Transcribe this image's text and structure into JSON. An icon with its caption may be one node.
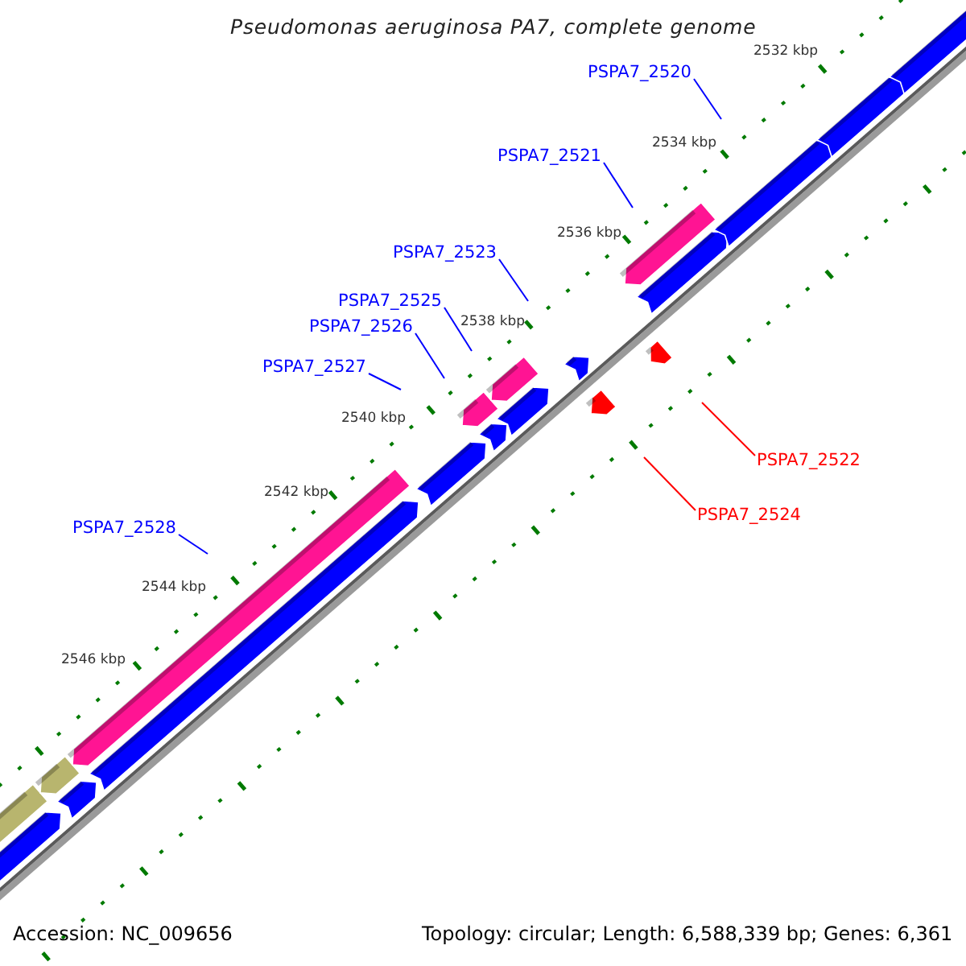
{
  "diagram": {
    "title": "Pseudomonas aeruginosa PA7, complete genome",
    "nodes": [
      {
        "text": [
          "PSPA7_2520"
        ]
      },
      {
        "text": [
          "PSPA7_2521"
        ]
      },
      {
        "text": [
          "PSPA7_2523"
        ]
      },
      {
        "text": [
          "PSPA7_2525"
        ]
      },
      {
        "text": [
          "PSPA7_2526"
        ]
      },
      {
        "text": [
          "PSPA7_2527"
        ]
      },
      {
        "text": [
          "PSPA7_2528"
        ]
      },
      {
        "text": [
          "PSPA7_2522"
        ]
      },
      {
        "text": [
          "PSPA7_2524"
        ]
      }
    ],
    "edges": [
      {
        "from": 0,
        "to": null,
        "arrow": "none"
      },
      {
        "from": 1,
        "to": null,
        "arrow": "none"
      },
      {
        "from": 2,
        "to": null,
        "arrow": "none"
      },
      {
        "from": 3,
        "to": null,
        "arrow": "none"
      },
      {
        "from": 4,
        "to": null,
        "arrow": "none"
      },
      {
        "from": 5,
        "to": null,
        "arrow": "none"
      },
      {
        "from": 6,
        "to": null,
        "arrow": "none"
      },
      {
        "from": 7,
        "to": null,
        "arrow": "none",
        "color": "#ff0000"
      },
      {
        "from": 8,
        "to": null,
        "arrow": "none",
        "color": "#ff0000"
      }
    ],
    "labels": [
      "2532 kbp",
      "2534 kbp",
      "2536 kbp",
      "2538 kbp",
      "2540 kbp",
      "2542 kbp",
      "2544 kbp",
      "2546 kbp",
      "Accession: NC_009656",
      "Topology: circular; Length: 6,588,339 bp; Genes: 6,361"
    ]
  }
}
